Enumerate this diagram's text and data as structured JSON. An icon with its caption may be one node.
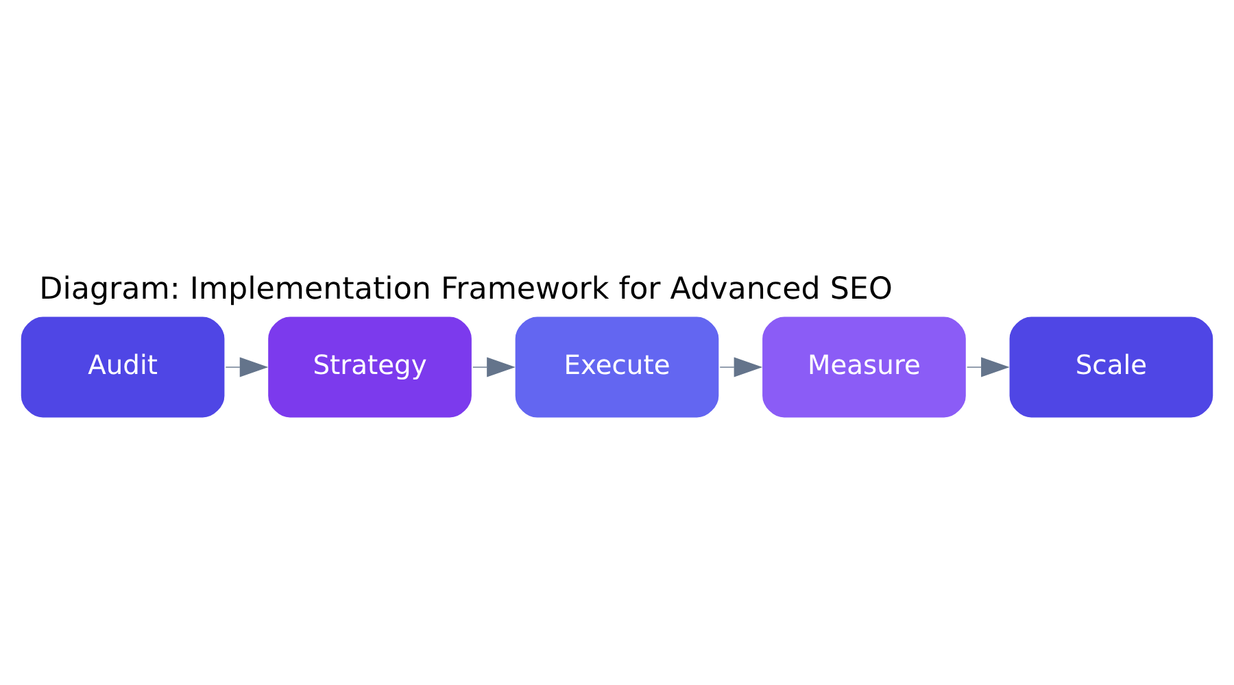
{
  "diagram": {
    "title": "Diagram: Implementation Framework for Advanced SEO",
    "nodes": [
      {
        "text": [
          "Audit"
        ]
      },
      {
        "text": [
          "Strategy"
        ]
      },
      {
        "text": [
          "Execute"
        ]
      },
      {
        "text": [
          "Measure"
        ]
      },
      {
        "text": [
          "Scale"
        ]
      }
    ],
    "edges": [
      {
        "from": 0,
        "to": 1,
        "arrow": "to"
      },
      {
        "from": 1,
        "to": 2,
        "arrow": "to"
      },
      {
        "from": 2,
        "to": 3,
        "arrow": "to"
      },
      {
        "from": 3,
        "to": 4,
        "arrow": "to"
      }
    ]
  }
}
